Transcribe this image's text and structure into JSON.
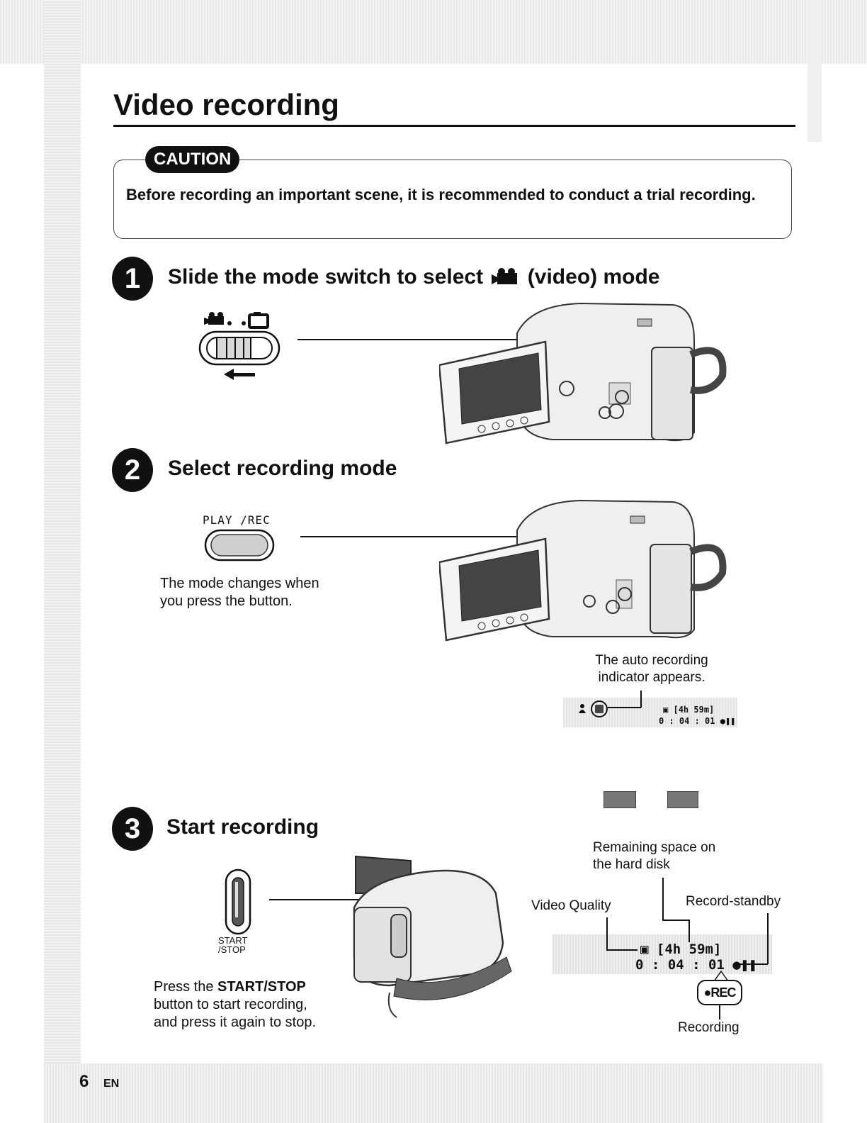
{
  "title": "Video recording",
  "caution": {
    "label": "CAUTION",
    "text": "Before recording an important scene, it is recommended to conduct a trial recording."
  },
  "steps": [
    {
      "number": "1",
      "title_before_icon": "Slide the mode switch to select",
      "title_after_icon": "(video) mode"
    },
    {
      "number": "2",
      "title": "Select recording mode",
      "button_label": "PLAY /REC",
      "note": [
        "The mode changes when",
        "you press the button."
      ],
      "indicator_caption": [
        "The auto recording",
        "indicator appears."
      ],
      "screen": {
        "quality_remaining": "[4h 59m]",
        "time": "0 : 04 : 01"
      }
    },
    {
      "number": "3",
      "title": "Start recording",
      "button_label": [
        "START",
        "/STOP"
      ],
      "instruction_prefix": "Press the ",
      "instruction_bold": "START/STOP",
      "instruction_suffix_lines": [
        "button to start recording,",
        "and press it again to stop."
      ],
      "labels": {
        "remaining": [
          "Remaining space on",
          "the hard disk"
        ],
        "video_quality": "Video Quality",
        "record_standby": "Record-standby",
        "recording": "Recording",
        "rec_badge": "●REC"
      },
      "screen": {
        "remaining": "[4h 59m]",
        "time": "0 : 04 : 01"
      }
    }
  ],
  "footer": {
    "page": "6",
    "lang": "EN"
  }
}
